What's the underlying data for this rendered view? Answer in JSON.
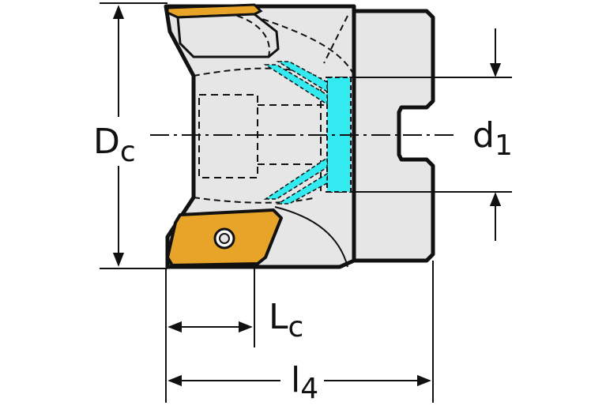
{
  "labels": {
    "Dc_main": "D",
    "Dc_sub": "c",
    "d1_main": "d",
    "d1_sub": "1",
    "Lc_main": "L",
    "Lc_sub": "c",
    "l4_main": "l",
    "l4_sub": "4"
  },
  "colors": {
    "body_fill": "#e6e6e6",
    "outline": "#111111",
    "coolant": "#33eaf0",
    "insert": "#e8a428",
    "dim_line": "#111111"
  }
}
